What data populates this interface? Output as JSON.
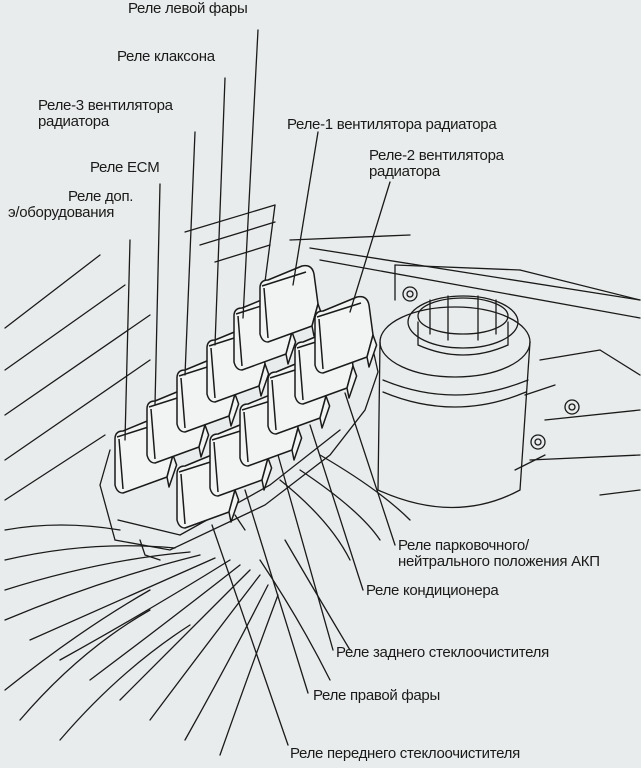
{
  "labels": {
    "left_headlight_relay": "Реле левой фары",
    "horn_relay": "Реле клаксона",
    "radiator_fan_relay_3": [
      "Реле-3 вентилятора",
      "радиатора"
    ],
    "ecm_relay": "Реле ECM",
    "aux_equipment_relay": [
      "Реле доп.",
      "э/оборудования"
    ],
    "radiator_fan_relay_1": "Реле-1 вентилятора радиатора",
    "radiator_fan_relay_2": [
      "Реле-2 вентилятора",
      "радиатора"
    ],
    "park_neutral_relay": [
      "Реле парковочного/",
      "нейтрального положения АКП"
    ],
    "ac_relay": "Реле кондиционера",
    "rear_wiper_relay": "Реле заднего стеклоочистителя",
    "right_headlight_relay": "Реле правой фары",
    "front_wiper_relay": "Реле переднего стеклоочистителя"
  },
  "colors": {
    "paper": "#e9ecec",
    "ink": "#1a1a1a",
    "relay_fill": "#f2f4f4"
  },
  "icons": {
    "relay": "relay-icon",
    "reservoir": "coolant-reservoir-icon"
  }
}
